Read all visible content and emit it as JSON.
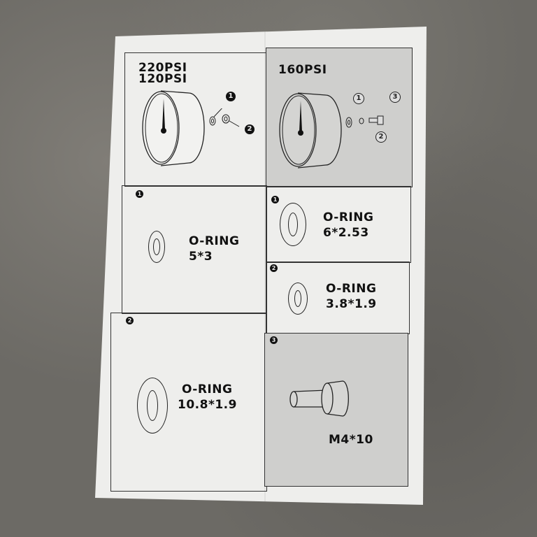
{
  "sheet": {
    "header_left": {
      "line1": "220PSI",
      "line2": "120PSI",
      "callouts": [
        "1",
        "2"
      ]
    },
    "header_right": {
      "line1": "160PSI",
      "callouts": [
        "1",
        "2",
        "3"
      ]
    },
    "parts_left": [
      {
        "number": "1",
        "name": "O-RING",
        "size": "5*3"
      },
      {
        "number": "2",
        "name": "O-RING",
        "size": "10.8*1.9"
      }
    ],
    "parts_right": [
      {
        "number": "1",
        "name": "O-RING",
        "size": "6*2.53"
      },
      {
        "number": "2",
        "name": "O-RING",
        "size": "3.8*1.9"
      },
      {
        "number": "3",
        "name": "",
        "size": "M4*10"
      }
    ]
  }
}
